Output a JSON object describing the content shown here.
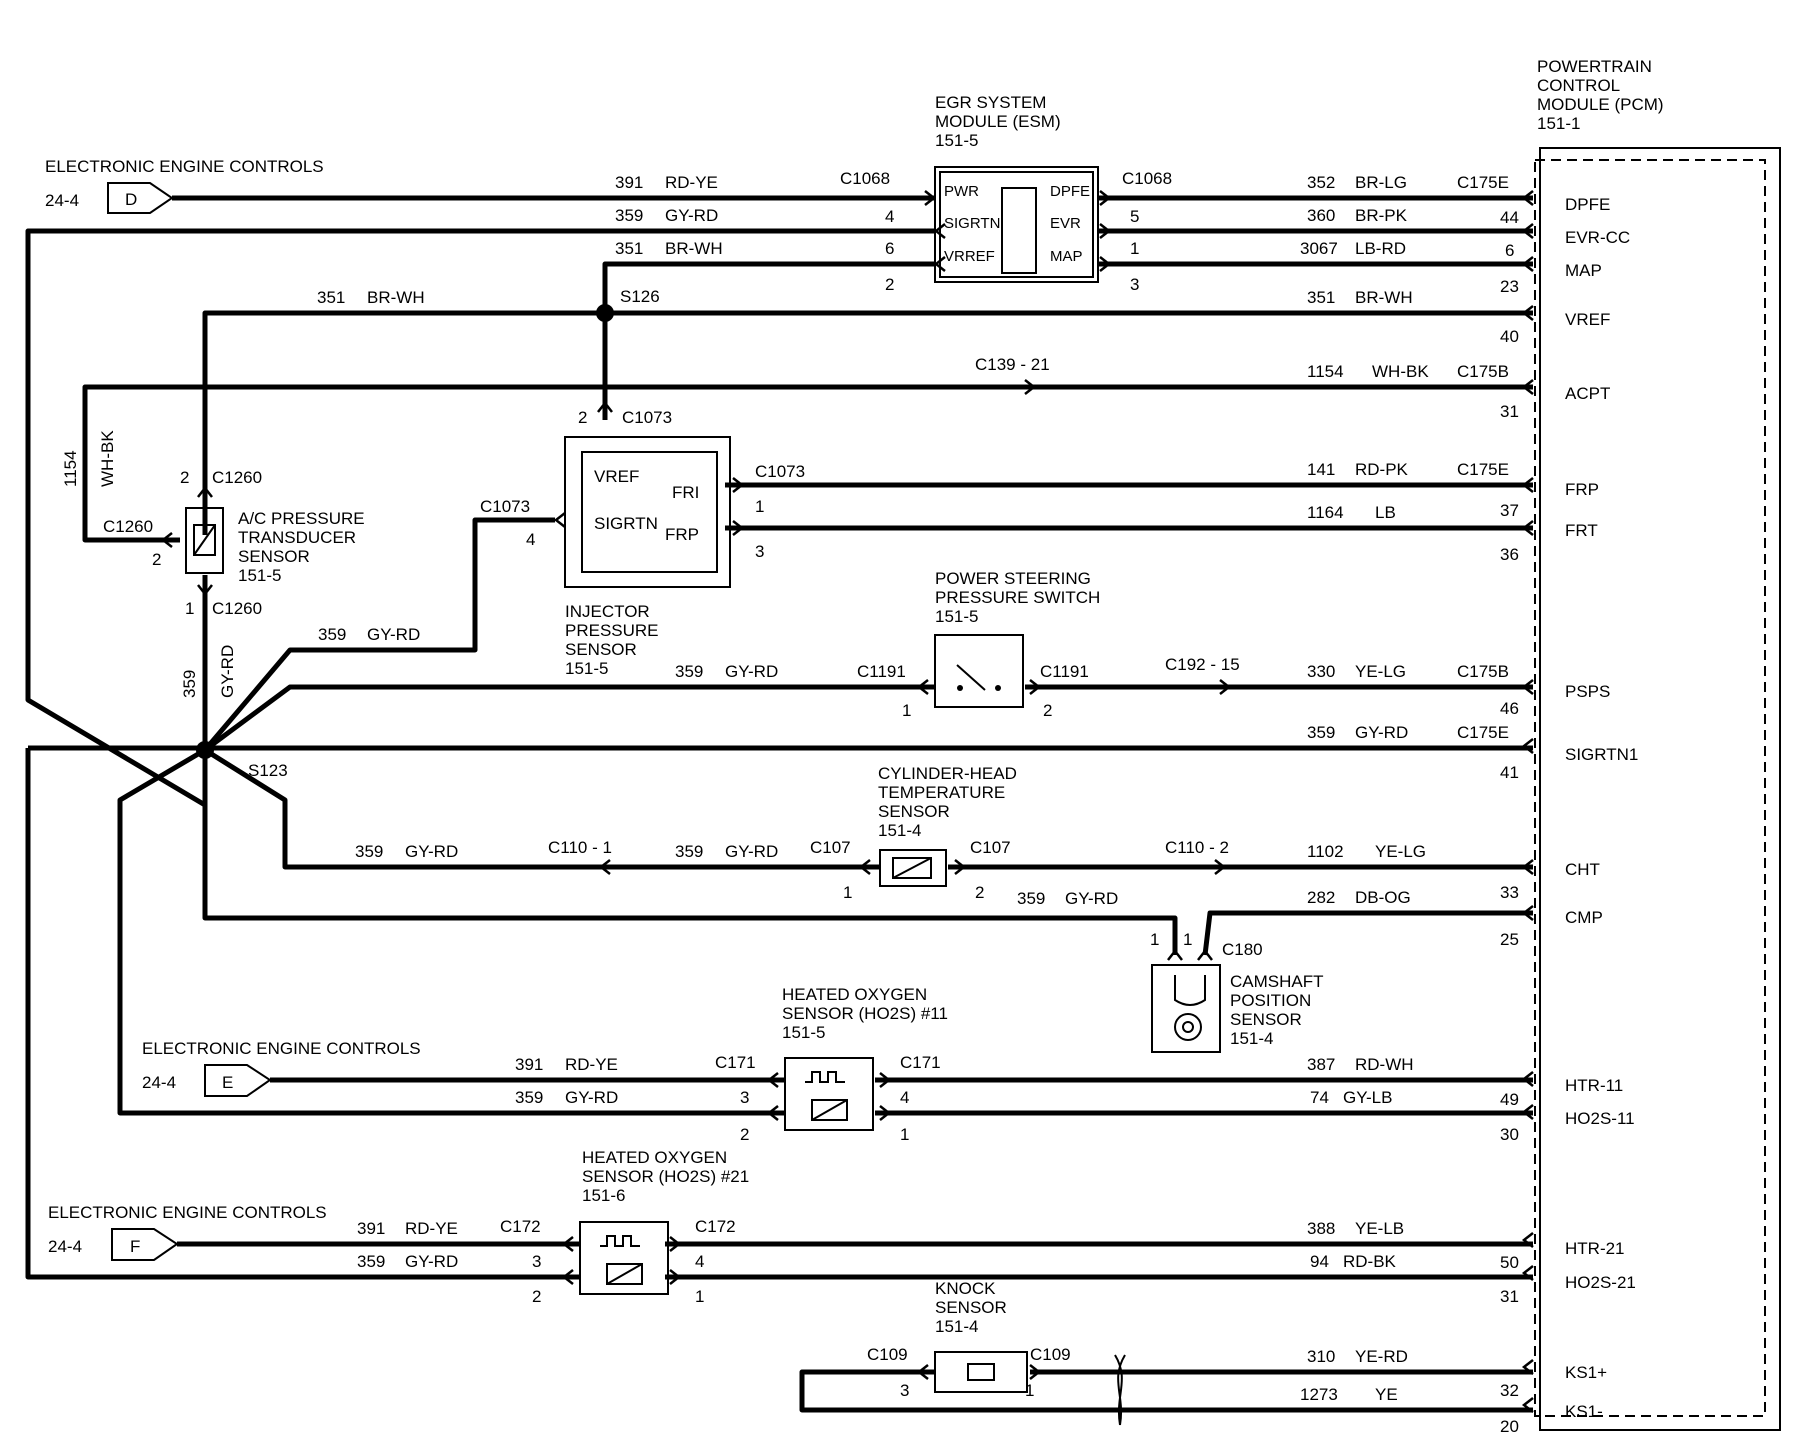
{
  "pcm": {
    "title": [
      "POWERTRAIN",
      "CONTROL",
      "MODULE (PCM)",
      "151-1"
    ],
    "pins": [
      "DPFE",
      "EVR-CC",
      "MAP",
      "VREF",
      "ACPT",
      "FRP",
      "FRT",
      "PSPS",
      "SIGRTN1",
      "CHT",
      "CMP",
      "HTR-11",
      "HO2S-11",
      "HTR-21",
      "HO2S-21",
      "KS1+",
      "KS1-"
    ]
  },
  "esm": {
    "title": [
      "EGR SYSTEM",
      "MODULE (ESM)",
      "151-5"
    ],
    "left_pins": [
      "PWR",
      "SIGRTN",
      "VRREF"
    ],
    "right_pins": [
      "DPFE",
      "EVR",
      "MAP"
    ]
  },
  "sources": [
    {
      "text": "ELECTRONIC ENGINE CONTROLS",
      "ref": "24-4",
      "letter": "D"
    },
    {
      "text": "ELECTRONIC ENGINE CONTROLS",
      "ref": "24-4",
      "letter": "E"
    },
    {
      "text": "ELECTRONIC ENGINE CONTROLS",
      "ref": "24-4",
      "letter": "F"
    }
  ],
  "components": {
    "ac": [
      "A/C PRESSURE",
      "TRANSDUCER",
      "SENSOR",
      "151-5"
    ],
    "injector": [
      "INJECTOR",
      "PRESSURE",
      "SENSOR",
      "151-5"
    ],
    "injector_pins": [
      "VREF",
      "FRI",
      "SIGRTN",
      "FRP"
    ],
    "psps": [
      "POWER STEERING",
      "PRESSURE   SWITCH",
      "151-5"
    ],
    "cht": [
      "CYLINDER-HEAD",
      "TEMPERATURE",
      "SENSOR",
      "151-4"
    ],
    "cmp": [
      "CAMSHAFT",
      "POSITION",
      "SENSOR",
      "151-4"
    ],
    "ho2s11": [
      "HEATED OXYGEN",
      "SENSOR (HO2S) #11",
      "151-5"
    ],
    "ho2s21": [
      "HEATED OXYGEN",
      "SENSOR (HO2S) #21",
      "151-6"
    ],
    "knock": [
      "KNOCK",
      "SENSOR",
      "151-4"
    ]
  },
  "labels": [
    [
      "391",
      "RD-YE"
    ],
    [
      "359",
      "GY-RD"
    ],
    [
      "351",
      "BR-WH"
    ],
    [
      "352",
      "BR-LG"
    ],
    [
      "360",
      "BR-PK"
    ],
    [
      "3067",
      "LB-RD"
    ],
    [
      "351",
      "BR-WH"
    ],
    [
      "351",
      "BR-WH"
    ],
    [
      "1154",
      "WH-BK"
    ],
    [
      "1154",
      "WH-BK"
    ],
    [
      "141",
      "RD-PK"
    ],
    [
      "1164",
      "LB"
    ],
    [
      "359",
      "GY-RD"
    ],
    [
      "359",
      "GY-RD"
    ],
    [
      "359",
      "GY-RD"
    ],
    [
      "330",
      "YE-LG"
    ],
    [
      "359",
      "GY-RD"
    ],
    [
      "359",
      "GY-RD"
    ],
    [
      "359",
      "GY-RD"
    ],
    [
      "1102",
      "YE-LG"
    ],
    [
      "359",
      "GY-RD"
    ],
    [
      "282",
      "DB-OG"
    ],
    [
      "391",
      "RD-YE"
    ],
    [
      "359",
      "GY-RD"
    ],
    [
      "387",
      "RD-WH"
    ],
    [
      "74",
      "GY-LB"
    ],
    [
      "391",
      "RD-YE"
    ],
    [
      "359",
      "GY-RD"
    ],
    [
      "388",
      "YE-LB"
    ],
    [
      "94",
      "RD-BK"
    ],
    [
      "310",
      "YE-RD"
    ],
    [
      "1273",
      "YE"
    ]
  ],
  "connectors": {
    "c1068": "C1068",
    "c175e": "C175E",
    "c175b": "C175B",
    "s126": "S126",
    "c139": "C139  -  21",
    "c1073": "C1073",
    "c1260": "C1260",
    "c1191": "C1191",
    "c192": "C192  -  15",
    "s123": "S123",
    "c110_1": "C110  -  1",
    "c107": "C107",
    "c110_2": "C110  -  2",
    "c180": "C180",
    "c171": "C171",
    "c172": "C172",
    "c109": "C109"
  },
  "pin_numbers": [
    "44",
    "6",
    "23",
    "40",
    "31",
    "37",
    "36",
    "46",
    "41",
    "33",
    "25",
    "49",
    "30",
    "50",
    "31",
    "32",
    "20",
    "4",
    "6",
    "2",
    "5",
    "1",
    "3",
    "2",
    "1",
    "3",
    "4",
    "2",
    "1",
    "2",
    "1",
    "2",
    "1",
    "2",
    "1",
    "1",
    "2",
    "3",
    "2",
    "4",
    "1",
    "3",
    "2",
    "4",
    "1",
    "3",
    "1",
    "2",
    "1",
    "3"
  ]
}
